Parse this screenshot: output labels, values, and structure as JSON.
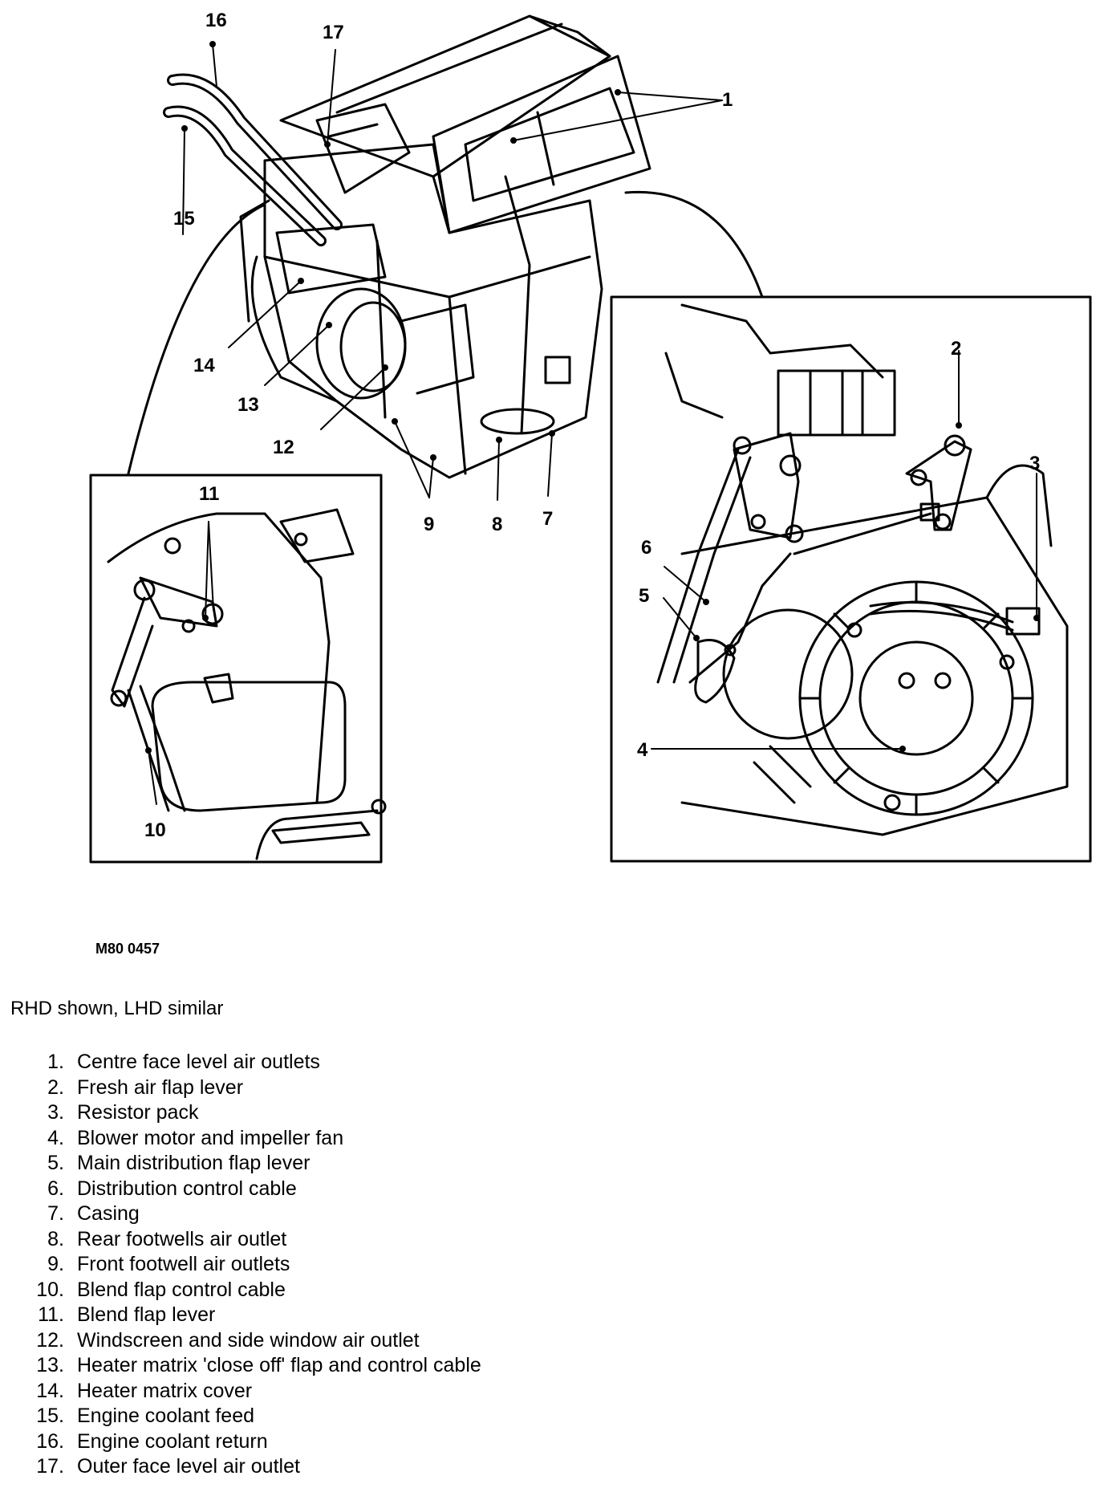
{
  "callouts": [
    "1",
    "2",
    "3",
    "4",
    "5",
    "6",
    "7",
    "8",
    "9",
    "10",
    "11",
    "12",
    "13",
    "14",
    "15",
    "16",
    "17"
  ],
  "figure_code": "M80 0457",
  "caption": "RHD shown, LHD similar",
  "legend": [
    {
      "num": "1.",
      "label": "Centre face level air outlets"
    },
    {
      "num": "2.",
      "label": "Fresh air flap lever"
    },
    {
      "num": "3.",
      "label": "Resistor pack"
    },
    {
      "num": "4.",
      "label": "Blower motor and impeller fan"
    },
    {
      "num": "5.",
      "label": "Main distribution flap lever"
    },
    {
      "num": "6.",
      "label": "Distribution control cable"
    },
    {
      "num": "7.",
      "label": "Casing"
    },
    {
      "num": "8.",
      "label": "Rear footwells air outlet"
    },
    {
      "num": "9.",
      "label": "Front footwell air outlets"
    },
    {
      "num": "10.",
      "label": "Blend flap control cable"
    },
    {
      "num": "11.",
      "label": "Blend flap lever"
    },
    {
      "num": "12.",
      "label": "Windscreen and side window air outlet"
    },
    {
      "num": "13.",
      "label": "Heater matrix 'close off' flap and control cable"
    },
    {
      "num": "14.",
      "label": "Heater matrix cover"
    },
    {
      "num": "15.",
      "label": "Engine coolant feed"
    },
    {
      "num": "16.",
      "label": "Engine coolant return"
    },
    {
      "num": "17.",
      "label": "Outer face level air outlet"
    }
  ]
}
